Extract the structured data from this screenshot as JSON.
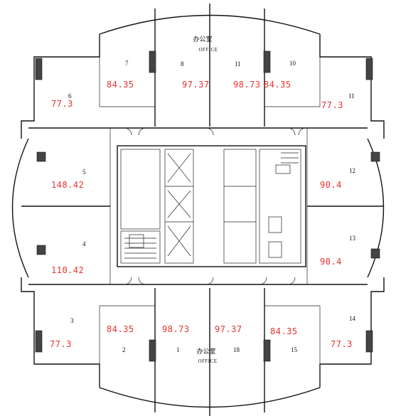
{
  "office_labels": [
    {
      "cn": "办公室",
      "en": "OFFICE"
    },
    {
      "cn": "办公室",
      "en": "OFFICE"
    }
  ],
  "units": [
    {
      "number": "7",
      "area": "84.35"
    },
    {
      "number": "8",
      "area": "97.37"
    },
    {
      "number": "11",
      "area": "98.73"
    },
    {
      "number": "10",
      "area": "84.35"
    },
    {
      "number": "6",
      "area": "77.3"
    },
    {
      "number": "11",
      "area": "77.3"
    },
    {
      "number": "5",
      "area": "148.42"
    },
    {
      "number": "12",
      "area": "90.4"
    },
    {
      "number": "4",
      "area": "110.42"
    },
    {
      "number": "13",
      "area": "90.4"
    },
    {
      "number": "3",
      "area": "77.3"
    },
    {
      "number": "14",
      "area": "77.3"
    },
    {
      "number": "2",
      "area": "84.35"
    },
    {
      "number": "1",
      "area": "98.73"
    },
    {
      "number": "18",
      "area": "97.37"
    },
    {
      "number": "15",
      "area": "84.35"
    }
  ],
  "colors": {
    "area_text": "#e8322e",
    "lines": "#111111",
    "columns": "#444444"
  }
}
